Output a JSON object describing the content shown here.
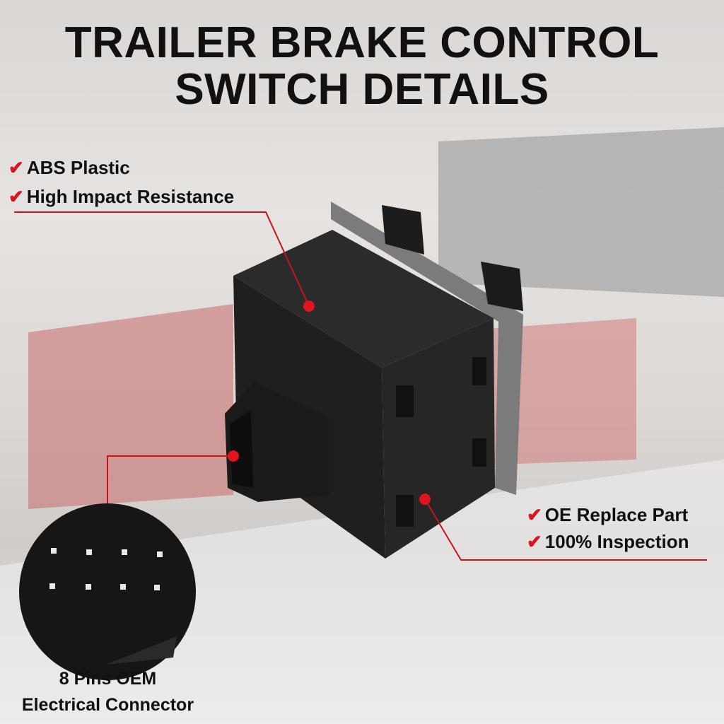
{
  "title": {
    "line1": "TRAILER BRAKE CONTROL",
    "line2": "SWITCH DETAILS"
  },
  "features_left": [
    {
      "icon": "check-icon",
      "label": "ABS Plastic"
    },
    {
      "icon": "check-icon",
      "label": "High Impact Resistance"
    }
  ],
  "features_right": [
    {
      "icon": "check-icon",
      "label": "OE Replace Part"
    },
    {
      "icon": "check-icon",
      "label": "100% Inspection"
    }
  ],
  "connector_caption": {
    "line1": "8 Pins OEM",
    "line2": "Electrical Connector"
  },
  "colors": {
    "accent": "#d9141e",
    "text": "#111111"
  }
}
